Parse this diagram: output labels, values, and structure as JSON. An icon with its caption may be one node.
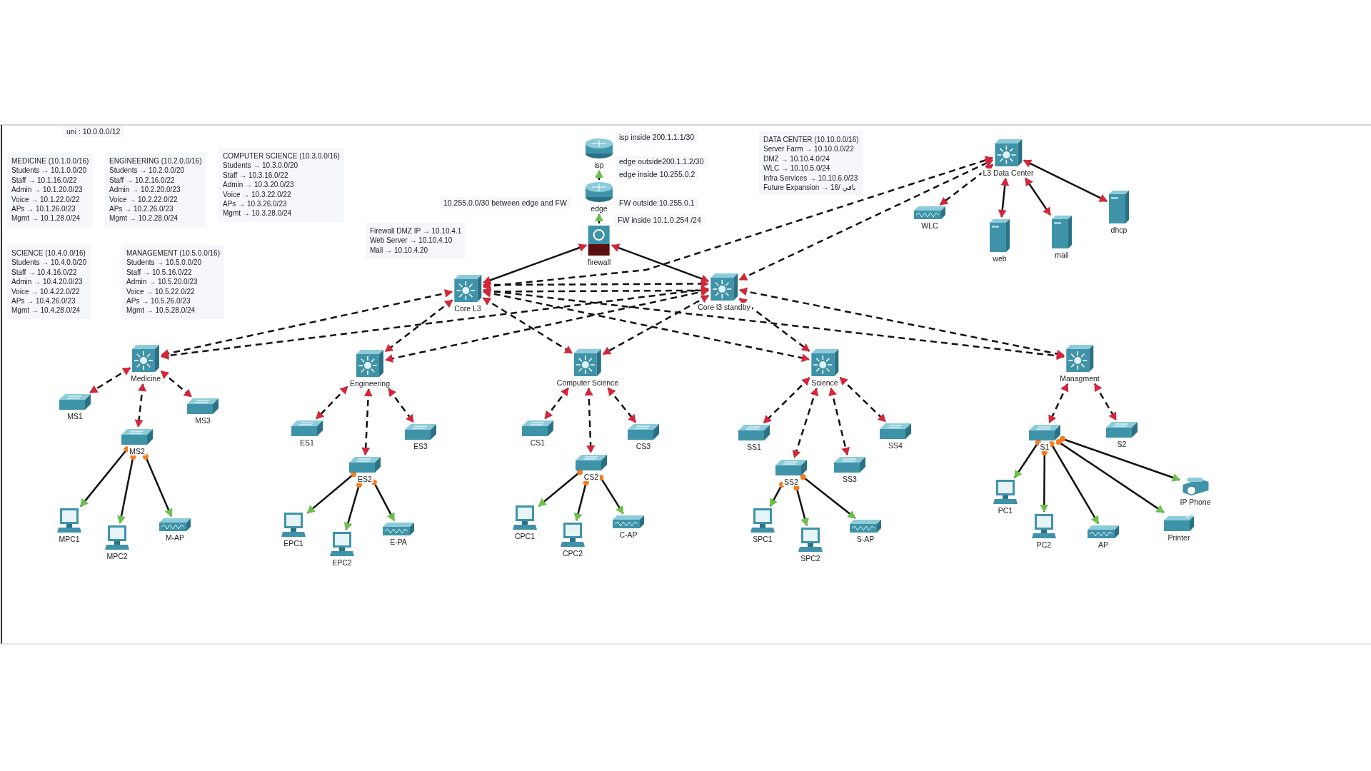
{
  "diagram": {
    "nodes": [
      {
        "text": [
          "MEDICINE (10.1.0.0/16)",
          "Students → 10.1.0.0/20",
          "Staff → 10.1.16.0/22",
          "Admin → 10.1.20.0/23",
          "Voice → 10.1.22.0/22",
          "APs → 10.1.26.0/23",
          "Mgmt → 10.1.28.0/24"
        ]
      },
      {
        "text": [
          "ENGINEERING (10.2.0.0/16)",
          "Students → 10.2.0.0/20",
          "Staff → 10.2.16.0/22",
          "Admin → 10.2.20.0/23",
          "Voice → 10.2.22.0/22",
          "APs → 10.2.26.0/23",
          "Mgmt → 10.2.28.0/24"
        ]
      },
      {
        "text": [
          "COMPUTER SCIENCE (10.3.0.0/16)",
          "Students → 10.3.0.0/20",
          "Staff → 10.3.16.0/22",
          "Admin → 10.3.20.0/23",
          "Voice → 10.3.22.0/22",
          "APs → 10.3.26.0/23",
          "Mgmt → 10.3.28.0/24"
        ]
      },
      {
        "text": [
          "SCIENCE (10.4.0.0/16)",
          "Students → 10.4.0.0/20",
          "Staff → 10.4.16.0/22",
          "Admin → 10.4.20.0/23",
          "Voice → 10.4.22.0/22",
          "APs → 10.4.26.0/23",
          "Mgmt → 10.4.28.0/24"
        ]
      },
      {
        "text": [
          "MANAGEMENT (10.5.0.0/16)",
          "Students → 10.5.0.0/20",
          "Staff → 10.5.16.0/22",
          "Admin → 10.5.20.0/23",
          "Voice → 10.5.22.0/22",
          "APs → 10.5.26.0/23",
          "Mgmt → 10.5.28.0/24"
        ]
      },
      {
        "text": [
          "Firewall DMZ IP → 10.10.4.1",
          "Web Server → 10.10.4.10",
          "Mail → 10.10.4.20"
        ]
      },
      {
        "text": [
          "DATA CENTER (10.10.0.0/16)",
          "Server Farm → 10.10.0.0/22",
          "DMZ → 10.10.4.0/24",
          "WLC → 10.10.5.0/24",
          "Infra Services → 10.10.6.0/23",
          "Future Expansion → باقي /16"
        ]
      },
      {
        "text": [
          "isp"
        ]
      },
      {
        "text": [
          "edge"
        ]
      },
      {
        "text": [
          "firewall"
        ]
      },
      {
        "text": [
          "L3 Data Center"
        ]
      },
      {
        "text": [
          "WLC"
        ]
      },
      {
        "text": [
          "web"
        ]
      },
      {
        "text": [
          "mail"
        ]
      },
      {
        "text": [
          "dhcp"
        ]
      },
      {
        "text": [
          "Core L3"
        ]
      },
      {
        "text": [
          "Core l3 standby"
        ]
      },
      {
        "text": [
          "Medicine"
        ]
      },
      {
        "text": [
          "MS1"
        ]
      },
      {
        "text": [
          "MS3"
        ]
      },
      {
        "text": [
          "MS2"
        ]
      },
      {
        "text": [
          "MPC1"
        ]
      },
      {
        "text": [
          "MPC2"
        ]
      },
      {
        "text": [
          "M-AP"
        ]
      },
      {
        "text": [
          "Engineering"
        ]
      },
      {
        "text": [
          "ES1"
        ]
      },
      {
        "text": [
          "ES3"
        ]
      },
      {
        "text": [
          "ES2"
        ]
      },
      {
        "text": [
          "EPC1"
        ]
      },
      {
        "text": [
          "EPC2"
        ]
      },
      {
        "text": [
          "E-PA"
        ]
      },
      {
        "text": [
          "Computer Science"
        ]
      },
      {
        "text": [
          "CS1"
        ]
      },
      {
        "text": [
          "CS3"
        ]
      },
      {
        "text": [
          "CS2"
        ]
      },
      {
        "text": [
          "CPC1"
        ]
      },
      {
        "text": [
          "CPC2"
        ]
      },
      {
        "text": [
          "C-AP"
        ]
      },
      {
        "text": [
          "Science"
        ]
      },
      {
        "text": [
          "SS1"
        ]
      },
      {
        "text": [
          "SS4"
        ]
      },
      {
        "text": [
          "SS2"
        ]
      },
      {
        "text": [
          "SS3"
        ]
      },
      {
        "text": [
          "SPC1"
        ]
      },
      {
        "text": [
          "SPC2"
        ]
      },
      {
        "text": [
          "S-AP"
        ]
      },
      {
        "text": [
          "Managment"
        ]
      },
      {
        "text": [
          "S2"
        ]
      },
      {
        "text": [
          "S1"
        ]
      },
      {
        "text": [
          "PC1"
        ]
      },
      {
        "text": [
          "PC2"
        ]
      },
      {
        "text": [
          "AP"
        ]
      },
      {
        "text": [
          "Printer"
        ]
      },
      {
        "text": [
          "IP Phone"
        ]
      }
    ],
    "edges": [
      {
        "from": 8,
        "to": 7,
        "arrow": "to"
      },
      {
        "from": 9,
        "to": 8,
        "arrow": "to"
      },
      {
        "from": 9,
        "to": 15,
        "arrow": "both"
      },
      {
        "from": 9,
        "to": 16,
        "arrow": "both"
      },
      {
        "from": 15,
        "to": 16,
        "arrow": "both",
        "style": "dashed"
      },
      {
        "from": 15,
        "to": 16,
        "arrow": "both",
        "style": "dashed"
      },
      {
        "from": 15,
        "to": 10,
        "arrow": "both",
        "style": "dashed"
      },
      {
        "from": 16,
        "to": 10,
        "arrow": "both",
        "style": "dashed"
      },
      {
        "from": 10,
        "to": 11,
        "arrow": "both",
        "style": "dashed"
      },
      {
        "from": 10,
        "to": 12,
        "arrow": "both"
      },
      {
        "from": 10,
        "to": 13,
        "arrow": "both"
      },
      {
        "from": 10,
        "to": 14,
        "arrow": "both"
      },
      {
        "from": 15,
        "to": 17,
        "arrow": "both",
        "style": "dashed"
      },
      {
        "from": 15,
        "to": 24,
        "arrow": "both",
        "style": "dashed"
      },
      {
        "from": 15,
        "to": 31,
        "arrow": "both",
        "style": "dashed"
      },
      {
        "from": 15,
        "to": 38,
        "arrow": "both",
        "style": "dashed"
      },
      {
        "from": 15,
        "to": 46,
        "arrow": "both",
        "style": "dashed"
      },
      {
        "from": 16,
        "to": 17,
        "arrow": "both",
        "style": "dashed"
      },
      {
        "from": 16,
        "to": 24,
        "arrow": "both",
        "style": "dashed"
      },
      {
        "from": 16,
        "to": 31,
        "arrow": "both",
        "style": "dashed"
      },
      {
        "from": 16,
        "to": 38,
        "arrow": "both",
        "style": "dashed"
      },
      {
        "from": 16,
        "to": 46,
        "arrow": "both",
        "style": "dashed"
      },
      {
        "from": 17,
        "to": 18,
        "arrow": "both",
        "style": "dashed"
      },
      {
        "from": 17,
        "to": 20,
        "arrow": "both",
        "style": "dashed"
      },
      {
        "from": 17,
        "to": 19,
        "arrow": "both",
        "style": "dashed"
      },
      {
        "from": 20,
        "to": 21,
        "arrow": "to"
      },
      {
        "from": 20,
        "to": 22,
        "arrow": "to"
      },
      {
        "from": 20,
        "to": 23,
        "arrow": "to"
      },
      {
        "from": 24,
        "to": 25,
        "arrow": "both",
        "style": "dashed"
      },
      {
        "from": 24,
        "to": 27,
        "arrow": "both",
        "style": "dashed"
      },
      {
        "from": 24,
        "to": 26,
        "arrow": "both",
        "style": "dashed"
      },
      {
        "from": 27,
        "to": 28,
        "arrow": "to"
      },
      {
        "from": 27,
        "to": 29,
        "arrow": "to"
      },
      {
        "from": 27,
        "to": 30,
        "arrow": "to"
      },
      {
        "from": 31,
        "to": 32,
        "arrow": "both",
        "style": "dashed"
      },
      {
        "from": 31,
        "to": 34,
        "arrow": "both",
        "style": "dashed"
      },
      {
        "from": 31,
        "to": 33,
        "arrow": "both",
        "style": "dashed"
      },
      {
        "from": 34,
        "to": 35,
        "arrow": "to"
      },
      {
        "from": 34,
        "to": 36,
        "arrow": "to"
      },
      {
        "from": 34,
        "to": 37,
        "arrow": "to"
      },
      {
        "from": 38,
        "to": 39,
        "arrow": "both",
        "style": "dashed"
      },
      {
        "from": 38,
        "to": 41,
        "arrow": "both",
        "style": "dashed"
      },
      {
        "from": 38,
        "to": 42,
        "arrow": "both",
        "style": "dashed"
      },
      {
        "from": 38,
        "to": 40,
        "arrow": "both",
        "style": "dashed"
      },
      {
        "from": 41,
        "to": 43,
        "arrow": "to"
      },
      {
        "from": 41,
        "to": 44,
        "arrow": "to"
      },
      {
        "from": 41,
        "to": 45,
        "arrow": "to"
      },
      {
        "from": 46,
        "to": 48,
        "arrow": "both",
        "style": "dashed"
      },
      {
        "from": 46,
        "to": 47,
        "arrow": "both",
        "style": "dashed"
      },
      {
        "from": 48,
        "to": 49,
        "arrow": "to"
      },
      {
        "from": 48,
        "to": 50,
        "arrow": "to"
      },
      {
        "from": 48,
        "to": 51,
        "arrow": "to"
      },
      {
        "from": 48,
        "to": 52,
        "arrow": "to"
      },
      {
        "from": 48,
        "to": 53,
        "arrow": "to"
      }
    ],
    "labels": [
      "uni : 10.0.0.0/12",
      "isp inside 200.1.1.1/30",
      "edge outside200.1.1.2/30",
      "edge inside 10.255.0.2",
      "10.255.0.0/30 between edge and FW",
      "FW outside:10.255.0.1",
      "FW inside 10.1.0.254 /24"
    ]
  }
}
